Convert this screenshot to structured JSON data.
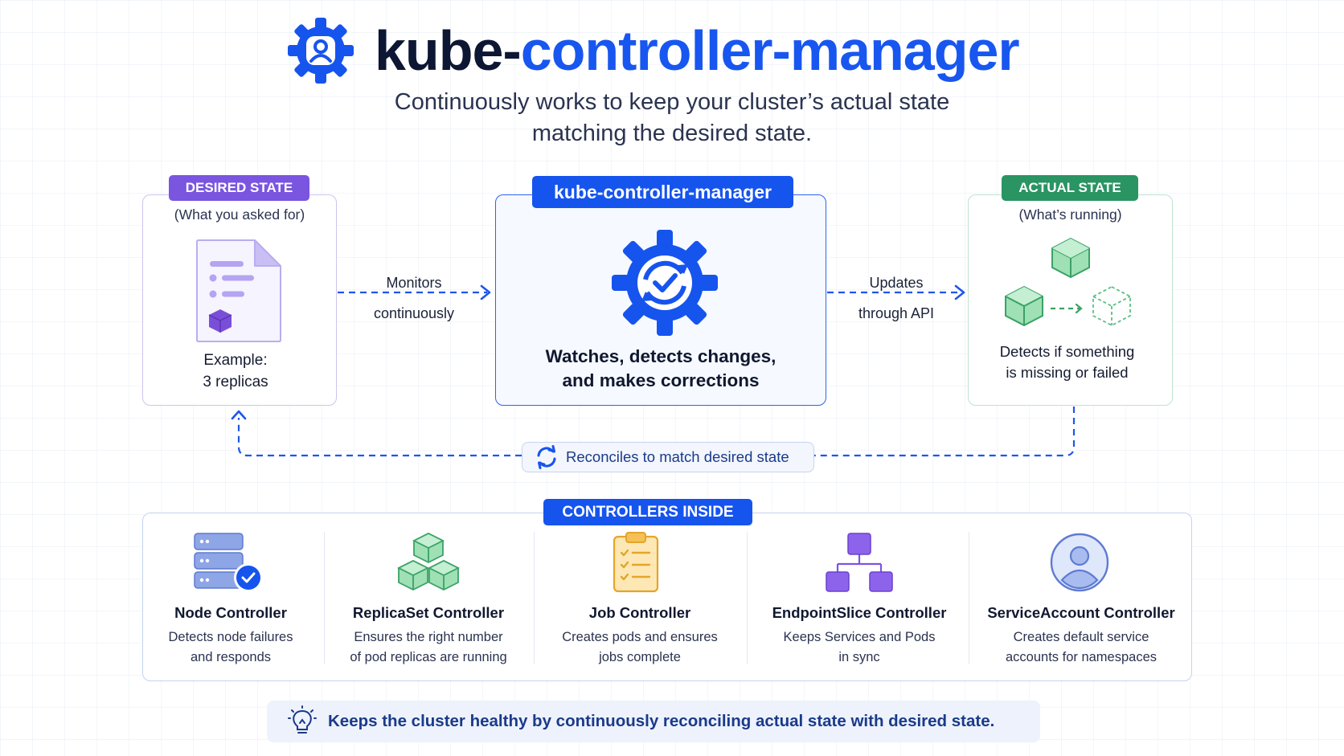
{
  "header": {
    "title_part1": "kube-",
    "title_part2": "controller-manager",
    "subtitle_line1": "Continuously works to keep your cluster’s actual state",
    "subtitle_line2": "matching the desired state.",
    "logo_icon": "gear-user-icon"
  },
  "desired": {
    "badge": "DESIRED STATE",
    "caption": "(What you asked for)",
    "example_line1": "Example:",
    "example_line2": "3 replicas",
    "icon": "document-icon"
  },
  "center": {
    "badge": "kube-controller-manager",
    "text_line1": "Watches, detects changes,",
    "text_line2": "and makes corrections",
    "icon": "gear-sync-check-icon"
  },
  "actual": {
    "badge": "ACTUAL STATE",
    "caption": "(What’s running)",
    "text_line1": "Detects if something",
    "text_line2": "is missing or failed",
    "icon": "cubes-icon"
  },
  "edges": {
    "monitors_line1": "Monitors",
    "monitors_line2": "continuously",
    "updates_line1": "Updates",
    "updates_line2": "through API",
    "reconcile": "Reconciles to match desired state"
  },
  "controllers": {
    "badge": "CONTROLLERS INSIDE",
    "items": [
      {
        "title": "Node Controller",
        "desc_line1": "Detects node failures",
        "desc_line2": "and responds",
        "icon": "server-check-icon"
      },
      {
        "title": "ReplicaSet Controller",
        "desc_line1": "Ensures the right number",
        "desc_line2": "of pod replicas are running",
        "icon": "cubes-stack-icon"
      },
      {
        "title": "Job Controller",
        "desc_line1": "Creates pods and ensures",
        "desc_line2": "jobs complete",
        "icon": "clipboard-checklist-icon"
      },
      {
        "title": "EndpointSlice Controller",
        "desc_line1": "Keeps Services and Pods",
        "desc_line2": "in sync",
        "icon": "network-tree-icon"
      },
      {
        "title": "ServiceAccount Controller",
        "desc_line1": "Creates default service",
        "desc_line2": "accounts for namespaces",
        "icon": "user-circle-icon"
      }
    ]
  },
  "footer": {
    "text": "Keeps the cluster healthy by continuously reconciling actual state with desired state.",
    "icon": "lightbulb-icon"
  },
  "colors": {
    "primary_blue": "#1654ee",
    "purple": "#7a55e0",
    "green": "#2a9463",
    "navy": "#0d1633"
  }
}
